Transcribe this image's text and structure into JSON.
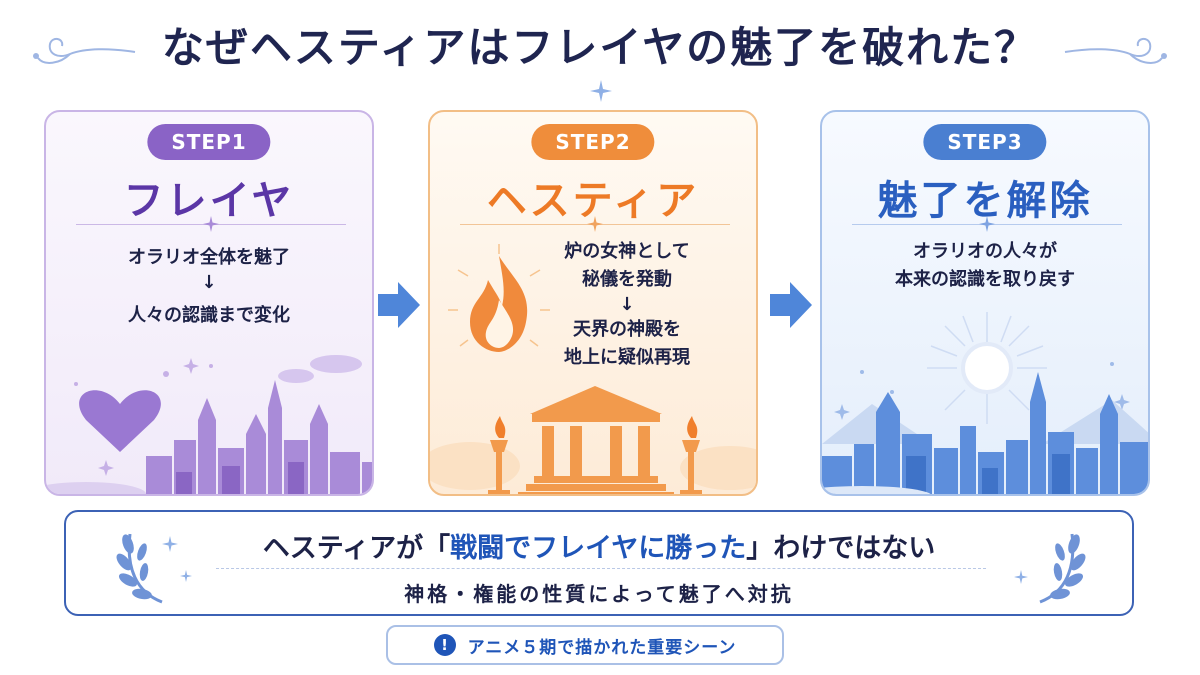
{
  "title": "なぜヘスティアはフレイヤの魅了を破れた？",
  "steps": [
    {
      "label": "STEP1",
      "heading": "フレイヤ",
      "line1": "オラリオ全体を魅了",
      "arrow": "↓",
      "line2": "人々の認識まで変化",
      "icon": "heart-icon",
      "scene": "purple-city-skyline"
    },
    {
      "label": "STEP2",
      "heading": "ヘスティア",
      "line1": "炉の女神として",
      "line2": "秘儀を発動",
      "arrow": "↓",
      "line3": "天界の神殿を",
      "line4": "地上に疑似再現",
      "icon": "flame-icon",
      "scene": "greek-temple-with-torches"
    },
    {
      "label": "STEP3",
      "heading": "魅了を解除",
      "line1": "オラリオの人々が",
      "line2": "本来の認識を取り戻す",
      "icon": "sunburst-icon",
      "scene": "blue-city-skyline"
    }
  ],
  "note": {
    "before": "ヘスティアが",
    "open_bracket": "「",
    "highlight": "戦闘でフレイヤに勝った",
    "close_bracket": "」",
    "after": "わけではない",
    "sub": "神格・権能の性質によって魅了へ対抗"
  },
  "badge": {
    "icon_glyph": "!",
    "text": "アニメ５期で描かれた重要シーン"
  },
  "colors": {
    "navy": "#1f2550",
    "purple": "#8a63c6",
    "orange": "#ef8d3b",
    "blue": "#4a7fd1",
    "arrow_blue": "#4f86d9"
  }
}
